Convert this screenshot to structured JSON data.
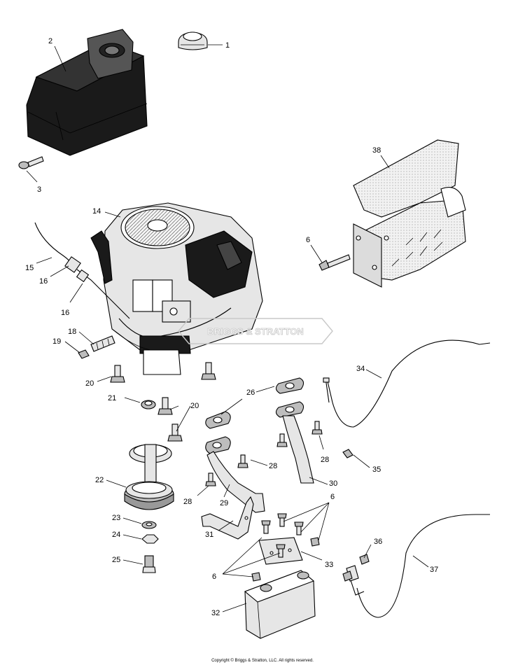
{
  "diagram": {
    "callouts": [
      "1",
      "2",
      "3",
      "6",
      "14",
      "15",
      "16",
      "16",
      "18",
      "19",
      "20",
      "20",
      "21",
      "22",
      "23",
      "24",
      "25",
      "26",
      "28",
      "28",
      "28",
      "29",
      "30",
      "6",
      "31",
      "33",
      "6",
      "32",
      "34",
      "35",
      "36",
      "37",
      "38"
    ],
    "watermark": "BRIGGS & STRATTON",
    "copyright": "Copyright © Briggs & Stratton, LLC. All rights reserved."
  }
}
